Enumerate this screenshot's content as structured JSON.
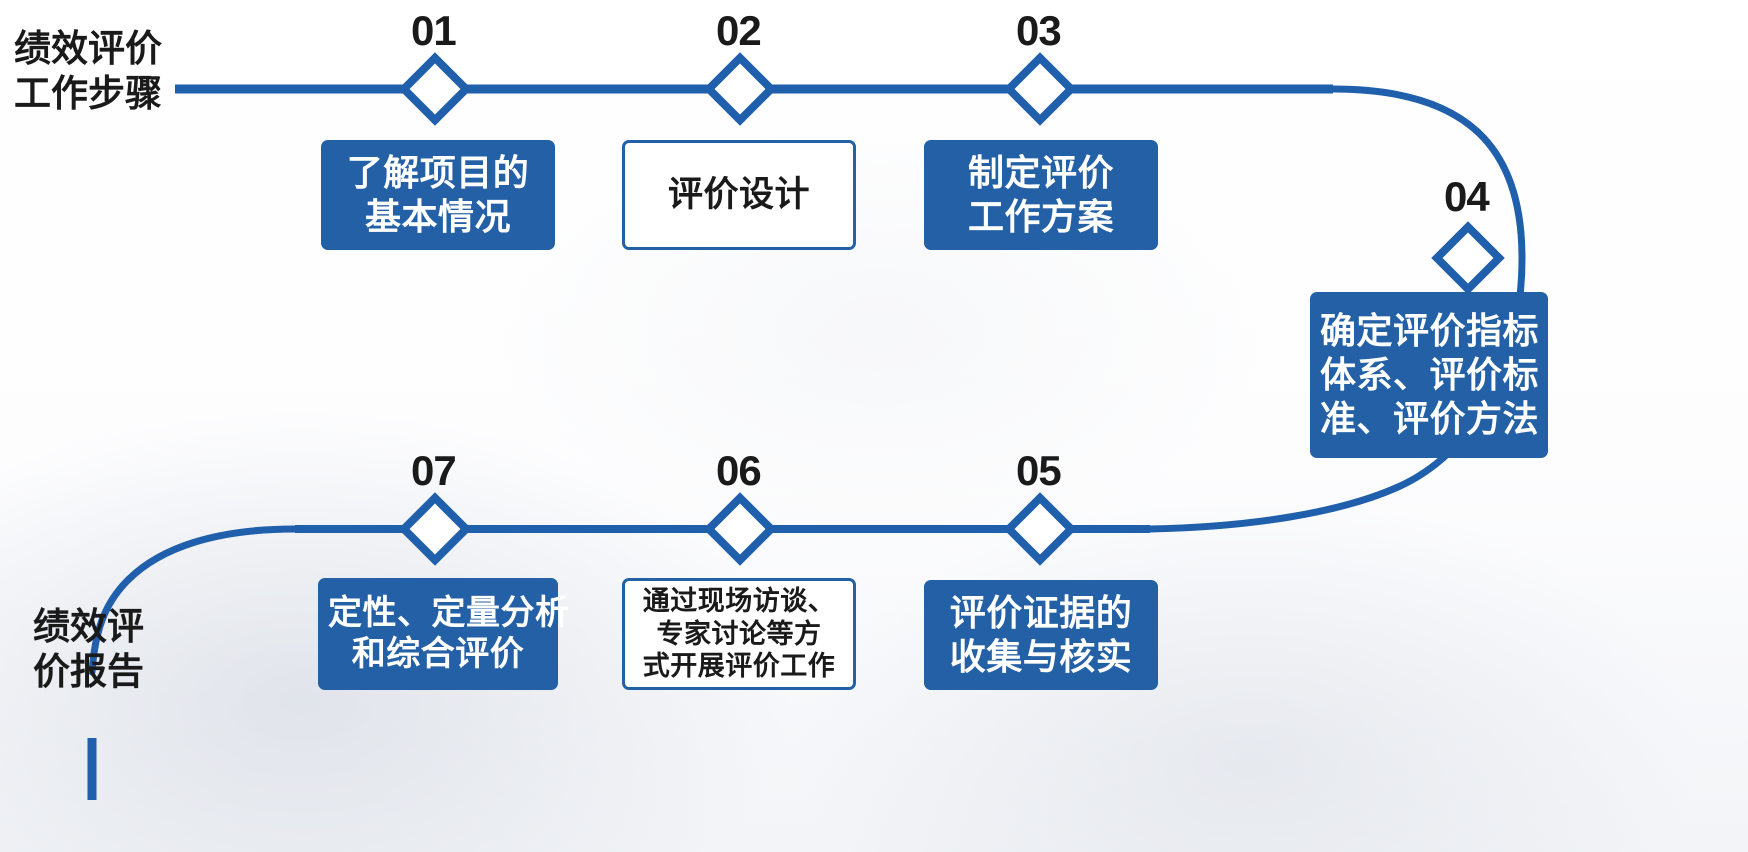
{
  "theme": {
    "accent": "#2360A5",
    "line": "#1F5FAB",
    "text_dark": "#1a1a1a",
    "text_light": "#ffffff",
    "background": "#ffffff"
  },
  "titles": {
    "top_left": [
      "绩效评价",
      "工作步骤"
    ],
    "bottom_left": [
      "绩效评",
      "价报告"
    ]
  },
  "chart_data": {
    "type": "diagram",
    "title": "绩效评价工作步骤",
    "layout": "snaking-timeline",
    "direction": "left-to-right then right-to-left",
    "step_count": 7
  },
  "steps": [
    {
      "number": "01",
      "lines": [
        "了解项目的",
        "基本情况"
      ],
      "style": "filled",
      "row": "top"
    },
    {
      "number": "02",
      "lines": [
        "评价设计"
      ],
      "style": "outline",
      "row": "top"
    },
    {
      "number": "03",
      "lines": [
        "制定评价",
        "工作方案"
      ],
      "style": "filled",
      "row": "top"
    },
    {
      "number": "04",
      "lines": [
        "确定评价指标",
        "体系、评价标",
        "准、评价方法"
      ],
      "style": "filled",
      "row": "right"
    },
    {
      "number": "05",
      "lines": [
        "评价证据的",
        "收集与核实"
      ],
      "style": "filled",
      "row": "bottom"
    },
    {
      "number": "06",
      "lines": [
        "通过现场访谈、",
        "专家讨论等方",
        "式开展评价工作"
      ],
      "style": "outline",
      "row": "bottom"
    },
    {
      "number": "07",
      "lines": [
        "定性、定量分析",
        "和综合评价"
      ],
      "style": "filled",
      "row": "bottom"
    }
  ],
  "markers": {
    "icon": "diamond-marker",
    "count": 7
  }
}
